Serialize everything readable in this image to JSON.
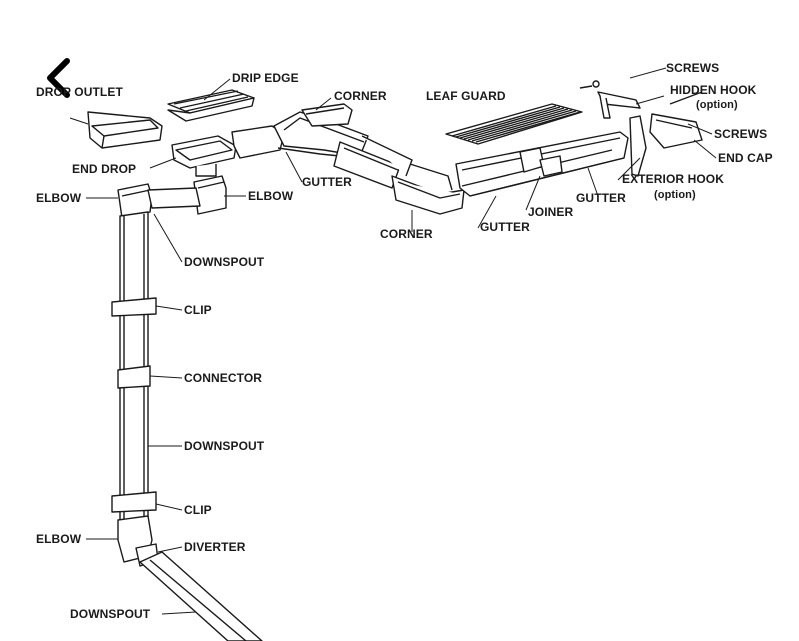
{
  "nav": {
    "back_icon": "chevron-left-icon"
  },
  "labels": {
    "drip_outlet": "DROP OUTLET",
    "drip_edge": "DRIP EDGE",
    "corner_top": "CORNER",
    "leaf_guard": "LEAF GUARD",
    "screws_top": "SCREWS",
    "hidden_hook": "HIDDEN HOOK",
    "hidden_hook_option": "(option)",
    "screws_right": "SCREWS",
    "end_cap": "END CAP",
    "end_drop": "END DROP",
    "gutter_left": "GUTTER",
    "exterior_hook": "EXTERIOR HOOK",
    "exterior_hook_option": "(option)",
    "elbow_top_left": "ELBOW",
    "elbow_top_right": "ELBOW",
    "gutter_right": "GUTTER",
    "joiner": "JOINER",
    "corner_bottom": "CORNER",
    "gutter_middle": "GUTTER",
    "downspout_1": "DOWNSPOUT",
    "clip_1": "CLIP",
    "connector": "CONNECTOR",
    "downspout_2": "DOWNSPOUT",
    "clip_2": "CLIP",
    "elbow_bottom": "ELBOW",
    "diverter": "DIVERTER",
    "downspout_3": "DOWNSPOUT"
  },
  "colors": {
    "ink": "#1a1a1a",
    "background": "#ffffff"
  }
}
